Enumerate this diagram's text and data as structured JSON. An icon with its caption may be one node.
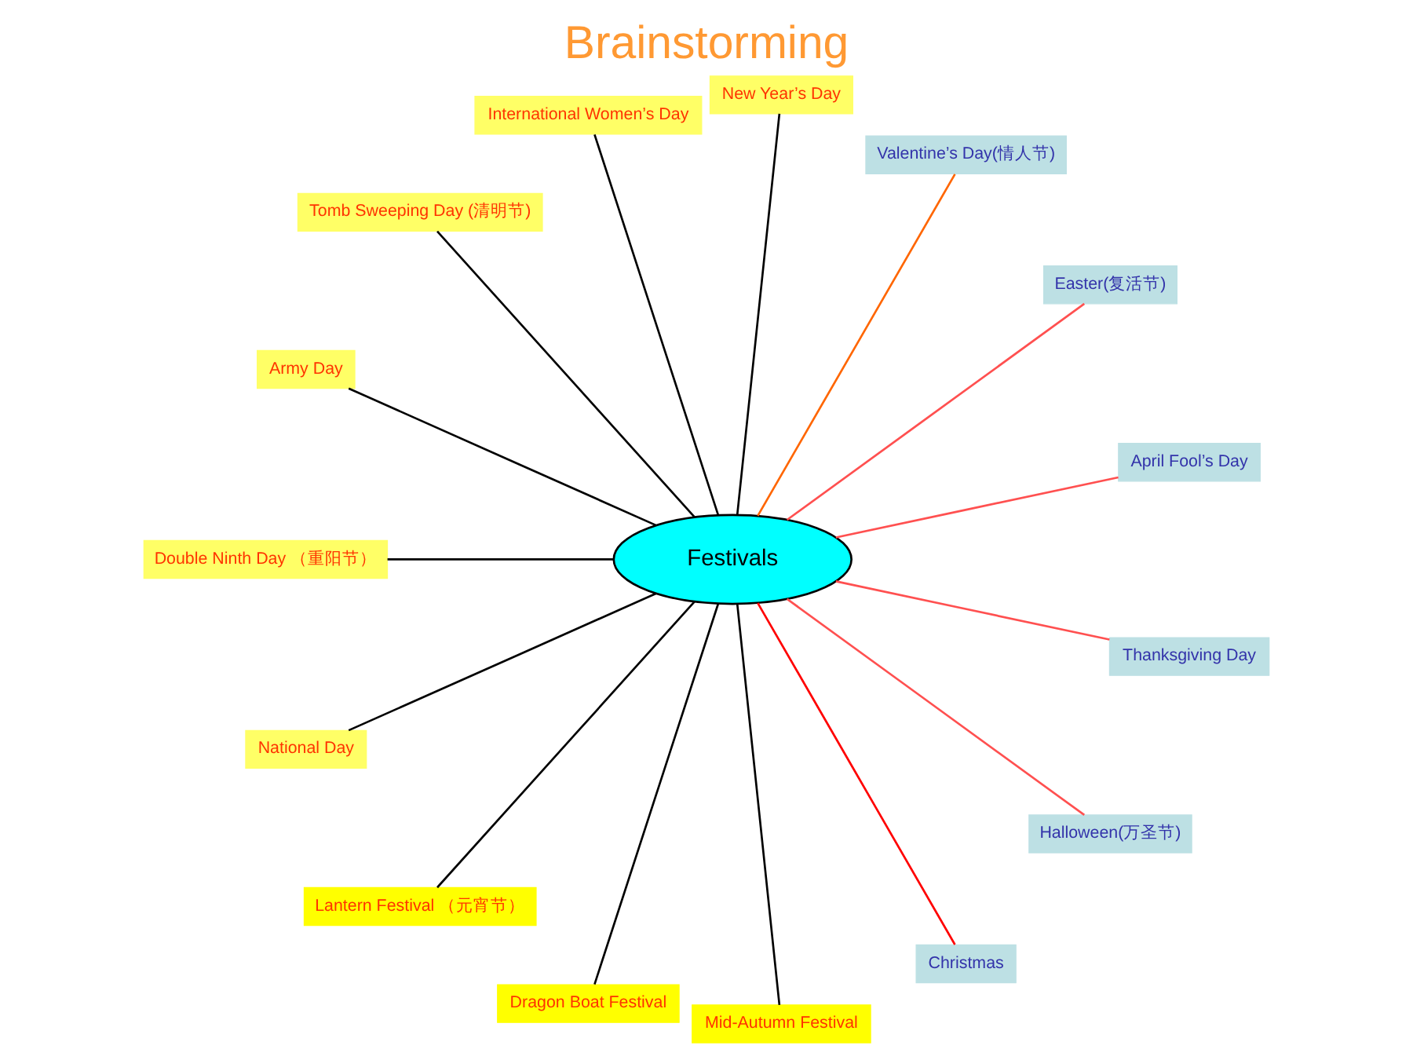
{
  "diagram": {
    "title": "Brainstorming",
    "nodes": [
      {
        "text": [
          "International Women’s Day"
        ]
      },
      {
        "text": [
          "New Year’s Day"
        ]
      },
      {
        "text": [
          "Valentine’s Day(情人节)"
        ]
      },
      {
        "text": [
          "Tomb Sweeping Day (清明节)"
        ]
      },
      {
        "text": [
          "Easter(复活节)"
        ]
      },
      {
        "text": [
          "Army Day"
        ]
      },
      {
        "text": [
          "April Fool’s Day"
        ]
      },
      {
        "text": [
          "Festivals"
        ]
      },
      {
        "text": [
          "Double Ninth Day （重阳节）"
        ]
      },
      {
        "text": [
          "National Day"
        ]
      },
      {
        "text": [
          "Thanksgiving Day"
        ]
      },
      {
        "text": [
          "Lantern Festival （元宵节）"
        ]
      },
      {
        "text": [
          "Halloween(万圣节)"
        ]
      },
      {
        "text": [
          "Dragon Boat Festival"
        ]
      },
      {
        "text": [
          "Mid-Autumn Festival"
        ]
      },
      {
        "text": [
          "Christmas"
        ]
      }
    ],
    "edges": [
      {
        "from": 7,
        "to": 1,
        "arrow": "none"
      },
      {
        "from": 7,
        "to": 2,
        "arrow": "none",
        "color": "#ff6600"
      },
      {
        "from": 7,
        "to": 4,
        "arrow": "none",
        "color": "#ff5050"
      },
      {
        "from": 7,
        "to": 6,
        "arrow": "none",
        "color": "#ff5050"
      },
      {
        "from": 7,
        "to": 10,
        "arrow": "none",
        "color": "#ff5050"
      },
      {
        "from": 7,
        "to": 12,
        "arrow": "none",
        "color": "#ff5050"
      },
      {
        "from": 7,
        "to": 15,
        "arrow": "none",
        "color": "#ff0000"
      },
      {
        "from": 7,
        "to": 14,
        "arrow": "none"
      },
      {
        "from": 7,
        "to": 13,
        "arrow": "none"
      },
      {
        "from": 7,
        "to": 11,
        "arrow": "none"
      },
      {
        "from": 7,
        "to": 9,
        "arrow": "none"
      },
      {
        "from": 7,
        "to": 8,
        "arrow": "none"
      },
      {
        "from": 7,
        "to": 5,
        "arrow": "none"
      },
      {
        "from": 7,
        "to": 3,
        "arrow": "none"
      },
      {
        "from": 7,
        "to": 0,
        "arrow": "none"
      }
    ]
  }
}
